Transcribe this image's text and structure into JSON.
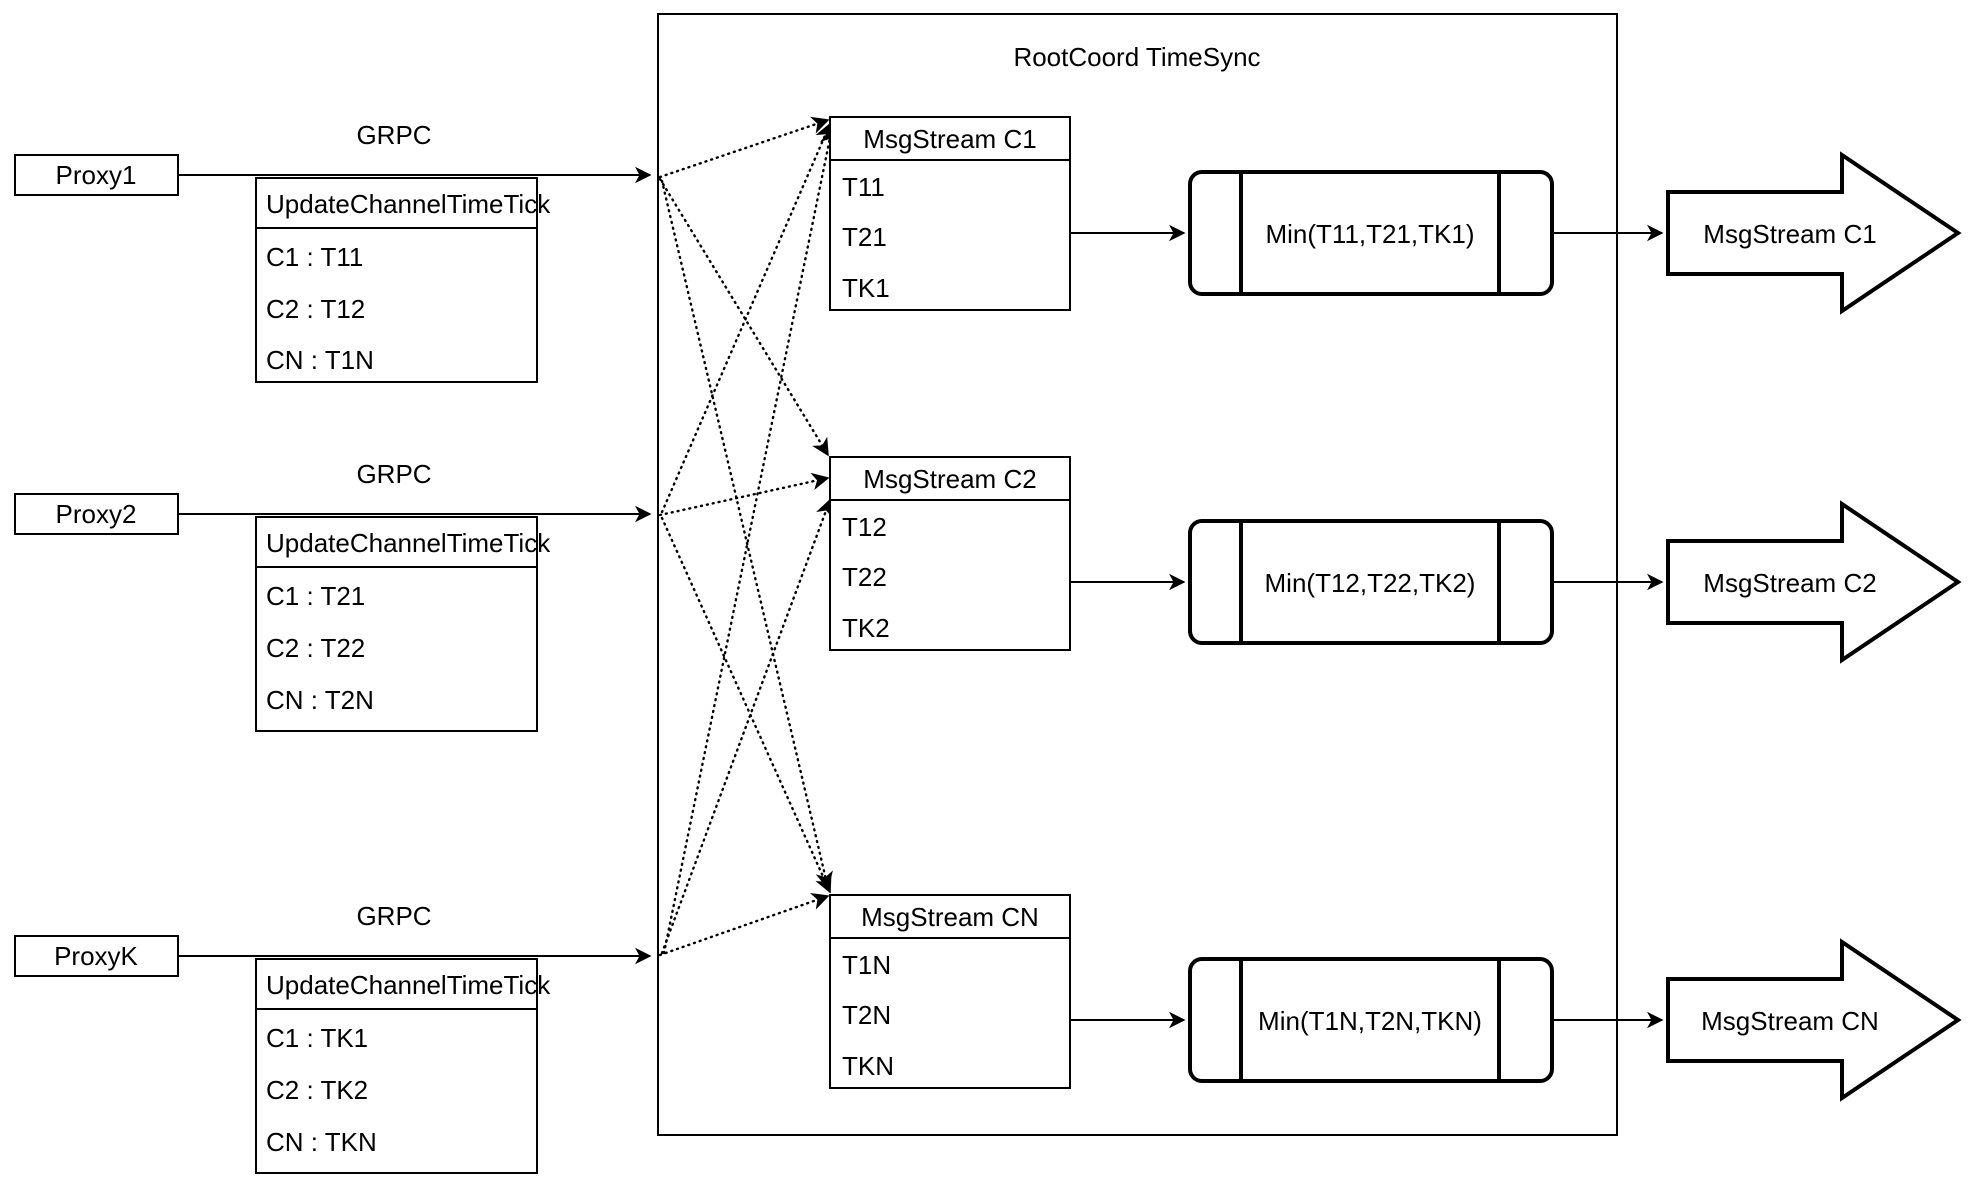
{
  "diagram": {
    "container": {
      "title": "RootCoord TimeSync"
    },
    "proxies": [
      {
        "name": "Proxy1",
        "link_label": "GRPC",
        "request": {
          "title": "UpdateChannelTimeTick",
          "rows": [
            "C1 :  T11",
            "C2 :  T12",
            "CN : T1N"
          ]
        }
      },
      {
        "name": "Proxy2",
        "link_label": "GRPC",
        "request": {
          "title": "UpdateChannelTimeTick",
          "rows": [
            "C1 :  T21",
            "C2 :  T22",
            "CN : T2N"
          ]
        }
      },
      {
        "name": "ProxyK",
        "link_label": "GRPC",
        "request": {
          "title": "UpdateChannelTimeTick",
          "rows": [
            "C1 :  TK1",
            "C2 :  TK2",
            "CN : TKN"
          ]
        }
      }
    ],
    "channels": [
      {
        "stream": {
          "title": "MsgStream C1",
          "rows": [
            "T11",
            "T21",
            "TK1"
          ]
        },
        "process": "Min(T11,T21,TK1)",
        "output": "MsgStream C1"
      },
      {
        "stream": {
          "title": "MsgStream C2",
          "rows": [
            "T12",
            "T22",
            "TK2"
          ]
        },
        "process": "Min(T12,T22,TK2)",
        "output": "MsgStream C2"
      },
      {
        "stream": {
          "title": "MsgStream CN",
          "rows": [
            "T1N",
            "T2N",
            "TKN"
          ]
        },
        "process": "Min(T1N,T2N,TKN)",
        "output": "MsgStream CN"
      }
    ],
    "colors": {
      "stroke": "#000000",
      "fill": "#ffffff",
      "background": "#ffffff"
    }
  }
}
